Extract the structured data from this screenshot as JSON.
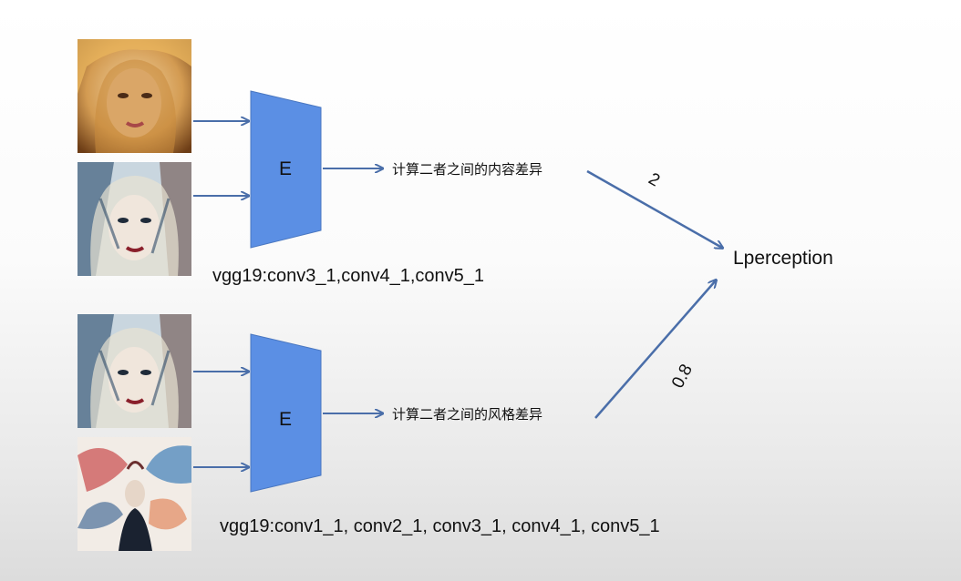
{
  "encoders": [
    {
      "label": "E",
      "layers": "vgg19:conv3_1,conv4_1,conv5_1",
      "difference": "计算二者之间的内容差异",
      "weight": "2"
    },
    {
      "label": "E",
      "layers": "vgg19:conv1_1, conv2_1, conv3_1, conv4_1, conv5_1",
      "difference": "计算二者之间的风格差异",
      "weight": "0.8"
    }
  ],
  "result": "Lperception",
  "colors": {
    "encoder_fill": "#5b8fe4",
    "arrow": "#4a6ea9",
    "encoder_stroke": "#4a77c0"
  }
}
